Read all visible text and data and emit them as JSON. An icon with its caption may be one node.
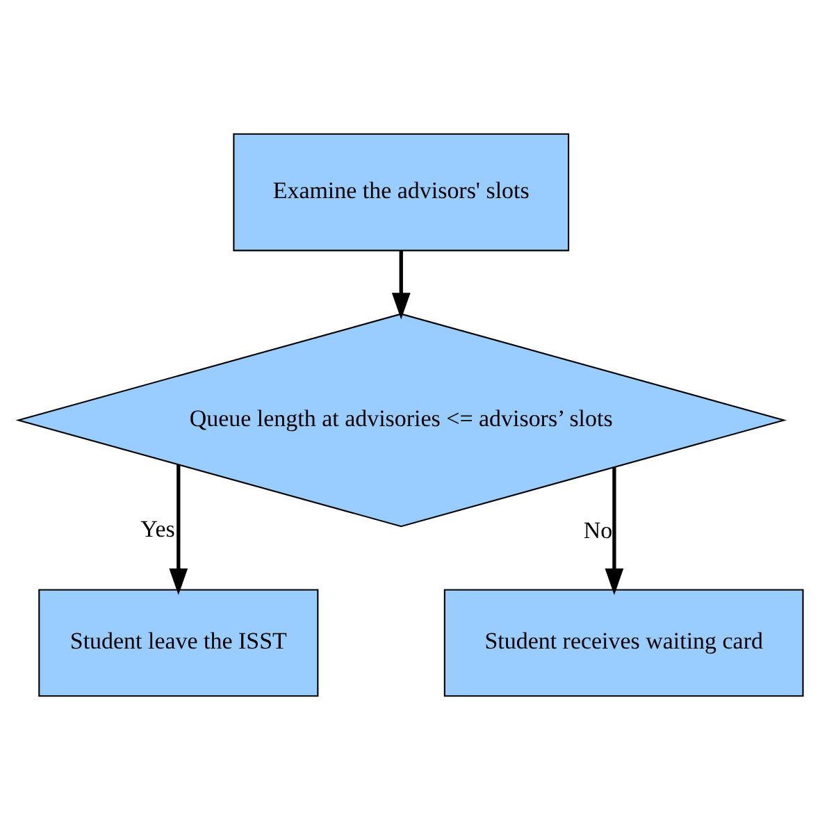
{
  "diagram": {
    "nodes": [
      {
        "text": [
          "Examine the advisors' slots"
        ]
      },
      {
        "text": [
          "Queue length at advisories <= advisors’ slots"
        ]
      },
      {
        "text": [
          "Student leave the ISST"
        ]
      },
      {
        "text": [
          "Student receives waiting card"
        ]
      }
    ],
    "edges": [
      {
        "from": 0,
        "to": 1,
        "arrow": "to"
      },
      {
        "from": 1,
        "to": 2,
        "arrow": "to",
        "label": "Yes"
      },
      {
        "from": 1,
        "to": 3,
        "arrow": "to",
        "label": "No"
      }
    ]
  }
}
